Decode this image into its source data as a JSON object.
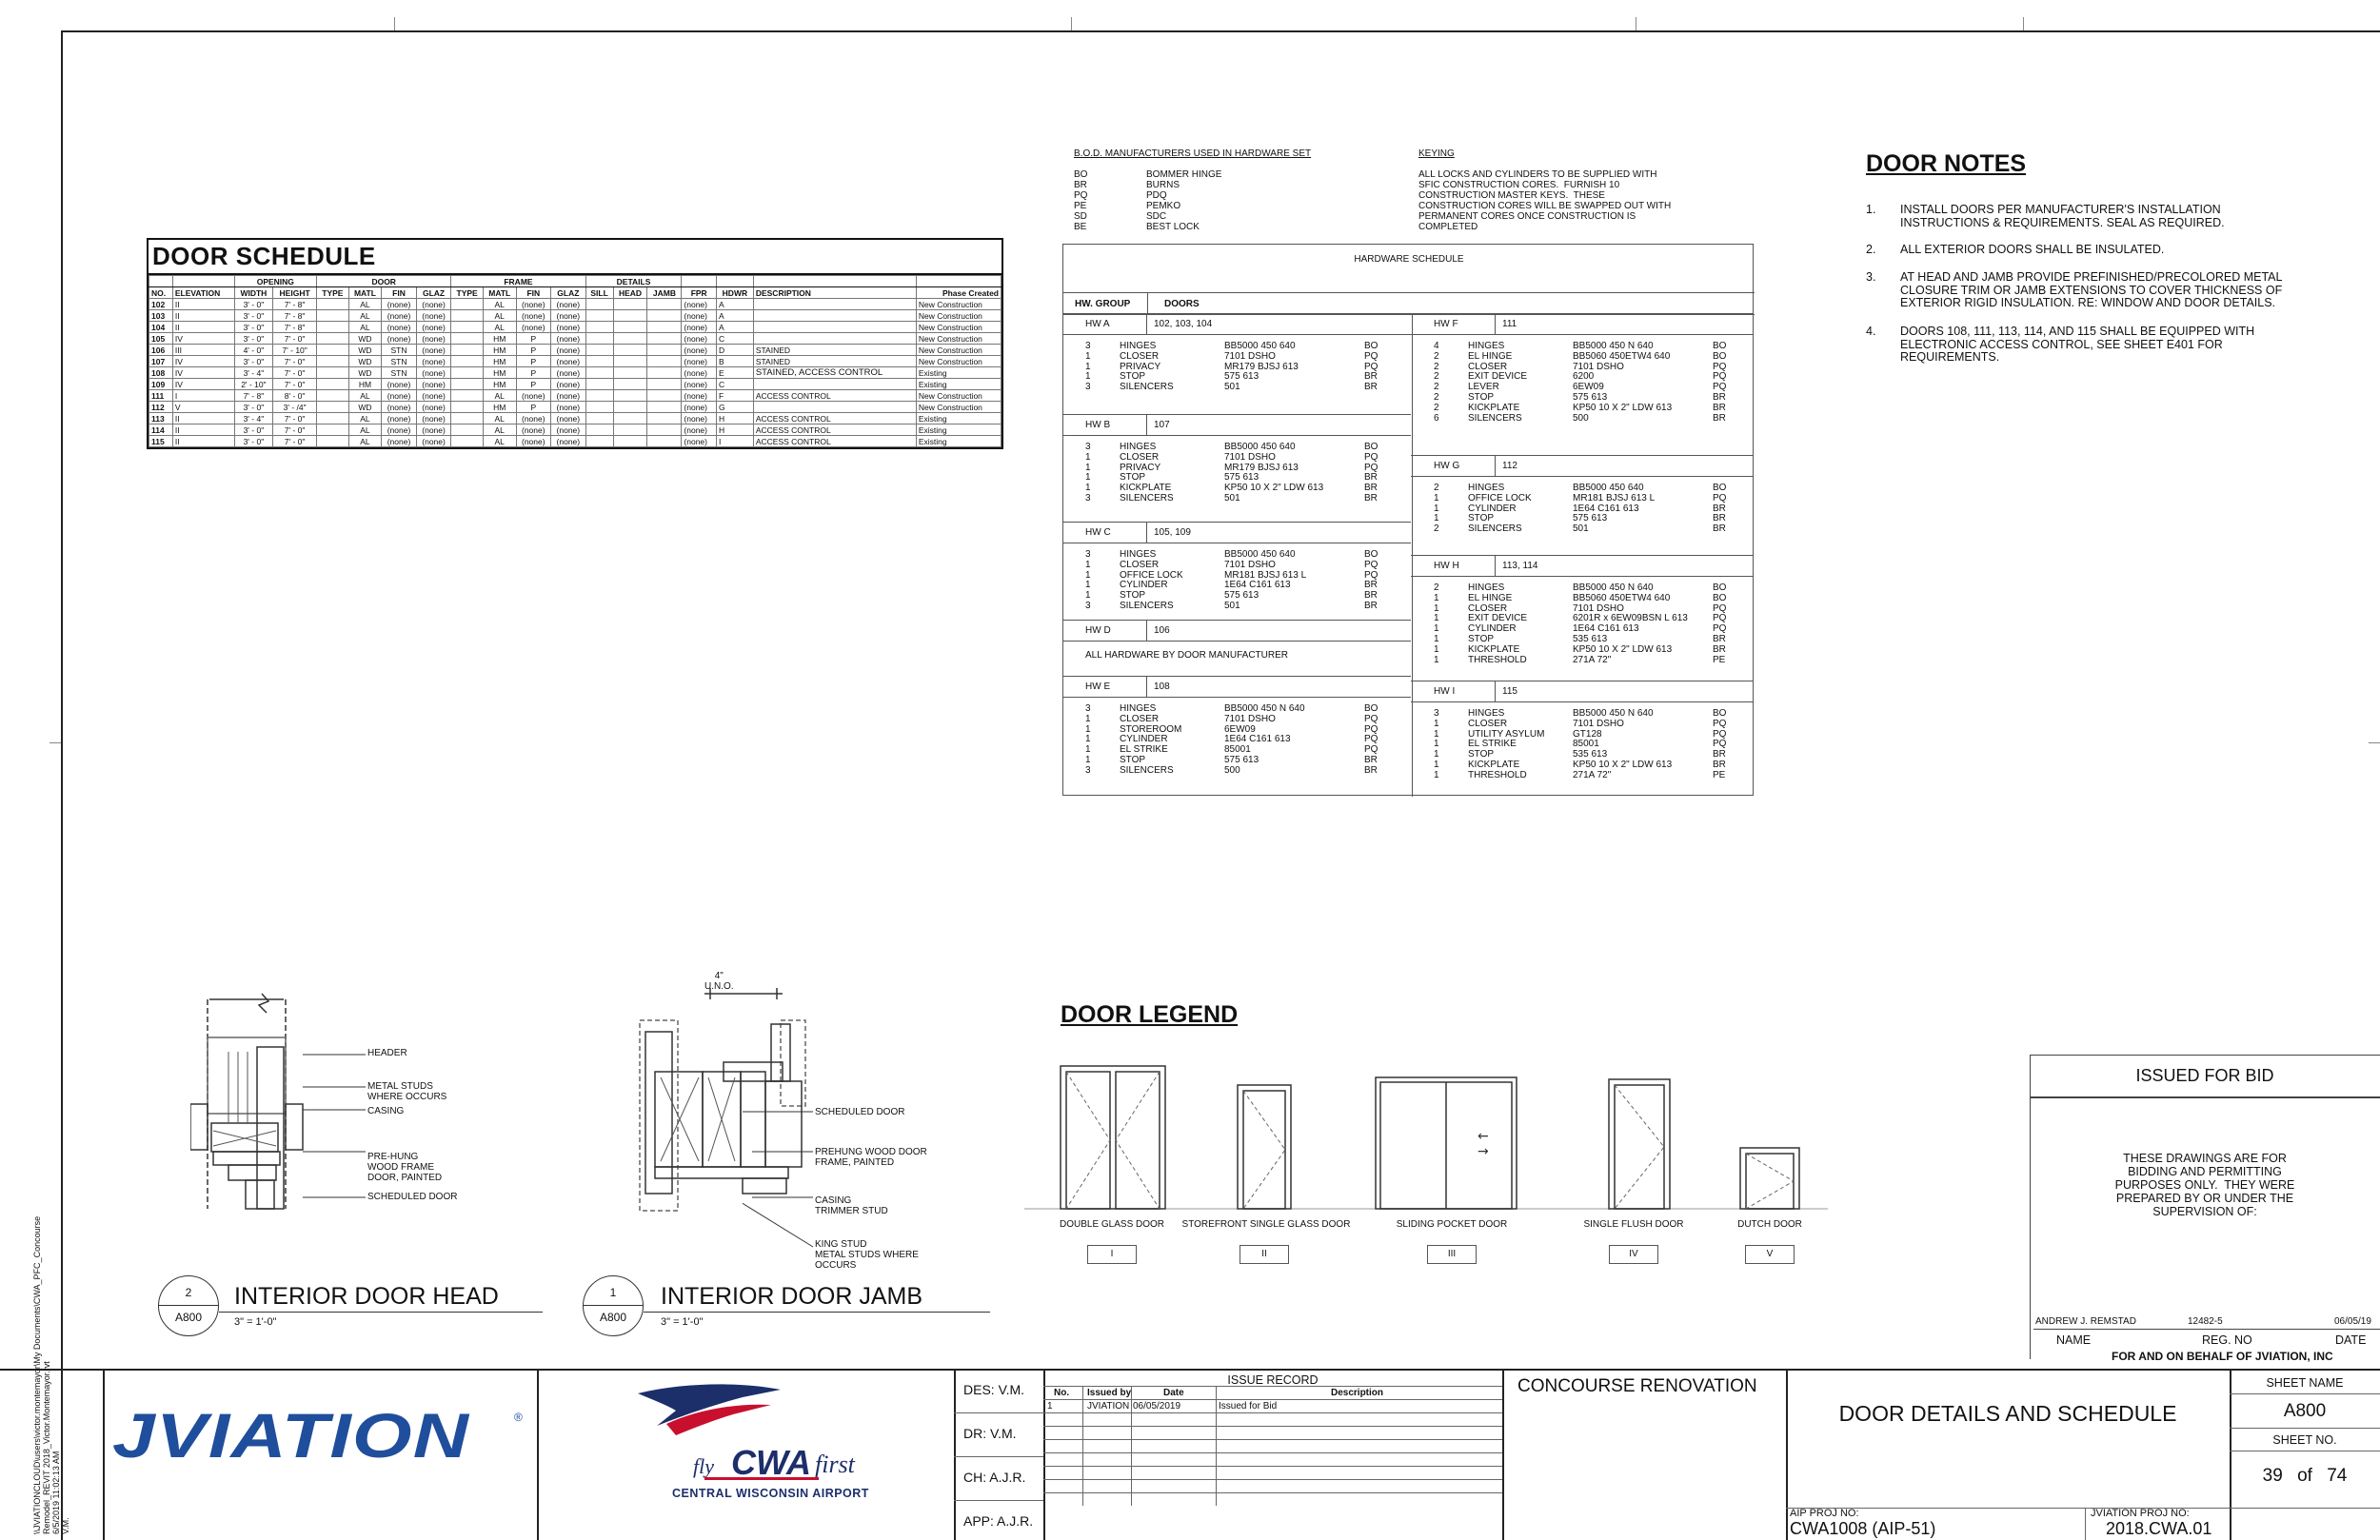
{
  "door_schedule": {
    "title": "DOOR SCHEDULE",
    "group_headers": [
      "OPENING",
      "DOOR",
      "FRAME",
      "DETAILS"
    ],
    "columns": [
      "NO.",
      "ELEVATION",
      "WIDTH",
      "HEIGHT",
      "TYPE",
      "MATL",
      "FIN",
      "GLAZ",
      "TYPE",
      "MATL",
      "FIN",
      "GLAZ",
      "SILL",
      "HEAD",
      "JAMB",
      "FPR",
      "HDWR",
      "DESCRIPTION",
      "Phase Created"
    ],
    "rows": [
      [
        "102",
        "II",
        "3' - 0\"",
        "7' - 8\"",
        "",
        "AL",
        "(none)",
        "(none)",
        "",
        "AL",
        "(none)",
        "(none)",
        "",
        "",
        "",
        "(none)",
        "A",
        "",
        "New Construction"
      ],
      [
        "103",
        "II",
        "3' - 0\"",
        "7' - 8\"",
        "",
        "AL",
        "(none)",
        "(none)",
        "",
        "AL",
        "(none)",
        "(none)",
        "",
        "",
        "",
        "(none)",
        "A",
        "",
        "New Construction"
      ],
      [
        "104",
        "II",
        "3' - 0\"",
        "7' - 8\"",
        "",
        "AL",
        "(none)",
        "(none)",
        "",
        "AL",
        "(none)",
        "(none)",
        "",
        "",
        "",
        "(none)",
        "A",
        "",
        "New Construction"
      ],
      [
        "105",
        "IV",
        "3' - 0\"",
        "7' - 0\"",
        "",
        "WD",
        "(none)",
        "(none)",
        "",
        "HM",
        "P",
        "(none)",
        "",
        "",
        "",
        "(none)",
        "C",
        "",
        "New Construction"
      ],
      [
        "106",
        "III",
        "4' - 0\"",
        "7' - 10\"",
        "",
        "WD",
        "STN",
        "(none)",
        "",
        "HM",
        "P",
        "(none)",
        "",
        "",
        "",
        "(none)",
        "D",
        "STAINED",
        "New Construction"
      ],
      [
        "107",
        "IV",
        "3' - 0\"",
        "7' - 0\"",
        "",
        "WD",
        "STN",
        "(none)",
        "",
        "HM",
        "P",
        "(none)",
        "",
        "",
        "",
        "(none)",
        "B",
        "STAINED",
        "New Construction"
      ],
      [
        "108",
        "IV",
        "3' - 4\"",
        "7' - 0\"",
        "",
        "WD",
        "STN",
        "(none)",
        "",
        "HM",
        "P",
        "(none)",
        "",
        "",
        "",
        "(none)",
        "E",
        "STAINED, ACCESS CONTROL",
        "Existing"
      ],
      [
        "109",
        "IV",
        "2' - 10\"",
        "7' - 0\"",
        "",
        "HM",
        "(none)",
        "(none)",
        "",
        "HM",
        "P",
        "(none)",
        "",
        "",
        "",
        "(none)",
        "C",
        "",
        "Existing"
      ],
      [
        "111",
        "I",
        "7' - 8\"",
        "8' - 0\"",
        "",
        "AL",
        "(none)",
        "(none)",
        "",
        "AL",
        "(none)",
        "(none)",
        "",
        "",
        "",
        "(none)",
        "F",
        "ACCESS CONTROL",
        "New Construction"
      ],
      [
        "112",
        "V",
        "3' - 0\"",
        "3' - /4\"",
        "",
        "WD",
        "(none)",
        "(none)",
        "",
        "HM",
        "P",
        "(none)",
        "",
        "",
        "",
        "(none)",
        "G",
        "",
        "New Construction"
      ],
      [
        "113",
        "II",
        "3' - 4\"",
        "7' - 0\"",
        "",
        "AL",
        "(none)",
        "(none)",
        "",
        "AL",
        "(none)",
        "(none)",
        "",
        "",
        "",
        "(none)",
        "H",
        "ACCESS CONTROL",
        "Existing"
      ],
      [
        "114",
        "II",
        "3' - 0\"",
        "7' - 0\"",
        "",
        "AL",
        "(none)",
        "(none)",
        "",
        "AL",
        "(none)",
        "(none)",
        "",
        "",
        "",
        "(none)",
        "H",
        "ACCESS CONTROL",
        "Existing"
      ],
      [
        "115",
        "II",
        "3' - 0\"",
        "7' - 0\"",
        "",
        "AL",
        "(none)",
        "(none)",
        "",
        "AL",
        "(none)",
        "(none)",
        "",
        "",
        "",
        "(none)",
        "I",
        "ACCESS CONTROL",
        "Existing"
      ]
    ]
  },
  "bod": {
    "title": "B.O.D. MANUFACTURERS USED IN HARDWARE SET",
    "codes": "BO\nBR\nPQ\nPE\nSD\nBE",
    "names": "BOMMER HINGE\nBURNS\nPDQ\nPEMKO\nSDC\nBEST LOCK"
  },
  "keying": {
    "title": "KEYING",
    "text": "ALL LOCKS AND CYLINDERS TO BE SUPPLIED WITH\nSFIC CONSTRUCTION CORES.  FURNISH 10\nCONSTRUCTION MASTER KEYS.  THESE\nCONSTRUCTION CORES WILL BE SWAPPED OUT WITH\nPERMANENT CORES ONCE CONSTRUCTION IS\nCOMPLETED"
  },
  "hardware": {
    "title": "HARDWARE SCHEDULE",
    "col_group": "HW. GROUP",
    "col_doors": "DOORS",
    "hw_a": {
      "label": "HW A",
      "doors": "102, 103, 104",
      "rows": [
        [
          "3",
          "HINGES",
          "BB5000 450 640",
          "BO"
        ],
        [
          "1",
          "CLOSER",
          "7101 DSHO",
          "PQ"
        ],
        [
          "1",
          "PRIVACY",
          "MR179 BJSJ 613",
          "PQ"
        ],
        [
          "1",
          "STOP",
          "575 613",
          "BR"
        ],
        [
          "3",
          "SILENCERS",
          "501",
          "BR"
        ]
      ]
    },
    "hw_b": {
      "label": "HW B",
      "doors": "107",
      "rows": [
        [
          "3",
          "HINGES",
          "BB5000 450 640",
          "BO"
        ],
        [
          "1",
          "CLOSER",
          "7101 DSHO",
          "PQ"
        ],
        [
          "1",
          "PRIVACY",
          "MR179 BJSJ 613",
          "PQ"
        ],
        [
          "1",
          "STOP",
          "575 613",
          "BR"
        ],
        [
          "1",
          "KICKPLATE",
          "KP50 10 X 2\" LDW 613",
          "BR"
        ],
        [
          "3",
          "SILENCERS",
          "501",
          "BR"
        ]
      ]
    },
    "hw_c": {
      "label": "HW C",
      "doors": "105, 109",
      "rows": [
        [
          "3",
          "HINGES",
          "BB5000 450 640",
          "BO"
        ],
        [
          "1",
          "CLOSER",
          "7101 DSHO",
          "PQ"
        ],
        [
          "1",
          "OFFICE LOCK",
          "MR181 BJSJ 613 L",
          "PQ"
        ],
        [
          "1",
          "CYLINDER",
          "1E64 C161 613",
          "BR"
        ],
        [
          "1",
          "STOP",
          "575 613",
          "BR"
        ],
        [
          "3",
          "SILENCERS",
          "501",
          "BR"
        ]
      ]
    },
    "hw_d": {
      "label": "HW D",
      "doors": "106",
      "note": "ALL HARDWARE BY DOOR MANUFACTURER"
    },
    "hw_e": {
      "label": "HW E",
      "doors": "108",
      "rows": [
        [
          "3",
          "HINGES",
          "BB5000 450 N 640",
          "BO"
        ],
        [
          "1",
          "CLOSER",
          "7101 DSHO",
          "PQ"
        ],
        [
          "1",
          "STOREROOM",
          "6EW09",
          "PQ"
        ],
        [
          "1",
          "CYLINDER",
          "1E64 C161 613",
          "PQ"
        ],
        [
          "1",
          "EL STRIKE",
          "85001",
          "PQ"
        ],
        [
          "1",
          "STOP",
          "575 613",
          "BR"
        ],
        [
          "3",
          "SILENCERS",
          "500",
          "BR"
        ]
      ]
    },
    "hw_f": {
      "label": "HW F",
      "doors": "111",
      "rows": [
        [
          "4",
          "HINGES",
          "BB5000 450 N 640",
          "BO"
        ],
        [
          "2",
          "EL HINGE",
          "BB5060 450ETW4 640",
          "BO"
        ],
        [
          "2",
          "CLOSER",
          "7101 DSHO",
          "PQ"
        ],
        [
          "2",
          "EXIT DEVICE",
          "6200",
          "PQ"
        ],
        [
          "2",
          "LEVER",
          "6EW09",
          "PQ"
        ],
        [
          "2",
          "STOP",
          "575 613",
          "BR"
        ],
        [
          "2",
          "KICKPLATE",
          "KP50 10 X 2\" LDW 613",
          "BR"
        ],
        [
          "6",
          "SILENCERS",
          "500",
          "BR"
        ]
      ]
    },
    "hw_g": {
      "label": "HW G",
      "doors": "112",
      "rows": [
        [
          "2",
          "HINGES",
          "BB5000 450 640",
          "BO"
        ],
        [
          "1",
          "OFFICE LOCK",
          "MR181 BJSJ 613 L",
          "PQ"
        ],
        [
          "1",
          "CYLINDER",
          "1E64 C161 613",
          "BR"
        ],
        [
          "1",
          "STOP",
          "575 613",
          "BR"
        ],
        [
          "2",
          "SILENCERS",
          "501",
          "BR"
        ]
      ]
    },
    "hw_h": {
      "label": "HW H",
      "doors": "113, 114",
      "rows": [
        [
          "2",
          "HINGES",
          "BB5000 450 N 640",
          "BO"
        ],
        [
          "1",
          "EL HINGE",
          "BB5060 450ETW4 640",
          "BO"
        ],
        [
          "1",
          "CLOSER",
          "7101 DSHO",
          "PQ"
        ],
        [
          "1",
          "EXIT DEVICE",
          "6201R x 6EW09BSN L 613",
          "PQ"
        ],
        [
          "1",
          "CYLINDER",
          "1E64 C161 613",
          "PQ"
        ],
        [
          "1",
          "STOP",
          "535 613",
          "BR"
        ],
        [
          "1",
          "KICKPLATE",
          "KP50 10 X 2\" LDW 613",
          "BR"
        ],
        [
          "1",
          "THRESHOLD",
          "271A 72\"",
          "PE"
        ]
      ]
    },
    "hw_i": {
      "label": "HW I",
      "doors": "115",
      "rows": [
        [
          "3",
          "HINGES",
          "BB5000 450 N 640",
          "BO"
        ],
        [
          "1",
          "CLOSER",
          "7101 DSHO",
          "PQ"
        ],
        [
          "1",
          "UTILITY ASYLUM",
          "GT128",
          "PQ"
        ],
        [
          "1",
          "EL STRIKE",
          "85001",
          "PQ"
        ],
        [
          "1",
          "STOP",
          "535 613",
          "BR"
        ],
        [
          "1",
          "KICKPLATE",
          "KP50 10 X 2\" LDW 613",
          "BR"
        ],
        [
          "1",
          "THRESHOLD",
          "271A 72\"",
          "PE"
        ]
      ]
    }
  },
  "door_notes": {
    "title": "DOOR NOTES",
    "items": [
      {
        "num": "1.",
        "text": "INSTALL DOORS PER MANUFACTURER'S INSTALLATION INSTRUCTIONS & REQUIREMENTS. SEAL AS REQUIRED."
      },
      {
        "num": "2.",
        "text": "ALL EXTERIOR DOORS SHALL BE INSULATED."
      },
      {
        "num": "3.",
        "text": "AT HEAD AND JAMB PROVIDE PREFINISHED/PRECOLORED METAL CLOSURE TRIM OR JAMB EXTENSIONS TO COVER THICKNESS OF EXTERIOR RIGID INSULATION. RE: WINDOW AND DOOR DETAILS."
      },
      {
        "num": "4.",
        "text": "DOORS 108, 111, 113, 114, AND 115 SHALL BE EQUIPPED WITH ELECTRONIC ACCESS CONTROL, SEE SHEET E401 FOR REQUIREMENTS."
      }
    ]
  },
  "legend": {
    "title": "DOOR LEGEND",
    "items": [
      {
        "label": "DOUBLE GLASS DOOR",
        "tag": "I"
      },
      {
        "label": "STOREFRONT SINGLE GLASS DOOR",
        "tag": "II"
      },
      {
        "label": "SLIDING POCKET DOOR",
        "tag": "III"
      },
      {
        "label": "SINGLE FLUSH DOOR",
        "tag": "IV"
      },
      {
        "label": "DUTCH DOOR",
        "tag": "V"
      }
    ]
  },
  "detail_head": {
    "title": "INTERIOR DOOR HEAD",
    "scale": "3\" = 1'-0\"",
    "num": "2",
    "sheet": "A800",
    "callouts": [
      "HEADER",
      "METAL STUDS\nWHERE OCCURS",
      "CASING",
      "PRE-HUNG\nWOOD FRAME\nDOOR, PAINTED",
      "SCHEDULED DOOR"
    ]
  },
  "detail_jamb": {
    "title": "INTERIOR DOOR JAMB",
    "scale": "3\" = 1'-0\"",
    "num": "1",
    "sheet": "A800",
    "dim": "4\"\nU.N.O.",
    "callouts": [
      "SCHEDULED DOOR",
      "PREHUNG WOOD DOOR\nFRAME, PAINTED",
      "CASING\nTRIMMER STUD",
      "KING STUD\nMETAL STUDS WHERE\nOCCURS"
    ]
  },
  "issued": {
    "title": "ISSUED FOR BID",
    "text": "THESE DRAWINGS ARE FOR\nBIDDING AND PERMITTING\nPURPOSES ONLY.  THEY WERE\nPREPARED BY OR UNDER THE\nSUPERVISION OF:",
    "name_value": "ANDREW J. REMSTAD",
    "reg_value": "12482-5",
    "date_value": "06/05/19",
    "name_label": "NAME",
    "reg_label": "REG. NO",
    "date_label": "DATE",
    "behalf": "FOR AND ON BEHALF OF JVIATION, INC"
  },
  "title_block": {
    "left_text": "\\\\JVIATIONCLOUD\\users\\victor.montemayor\\My Documents\\CWA_PFC_Concourse\nRemodel_REVIT 2018_Victor.Montemayor.rvt\n6/5/2019 11:02:13 AM\nV.M.",
    "logo": "JVIATION",
    "fly": "fly",
    "cwa": "CWA",
    "first": "first",
    "airport": "CENTRAL WISCONSIN AIRPORT",
    "des": "DES: V.M.",
    "dr": "DR:  V.M.",
    "ch": "CH:  A.J.R.",
    "app": "APP: A.J.R.",
    "issue_record": "ISSUE RECORD",
    "ir_cols": [
      "No.",
      "Issued by",
      "Date",
      "Description"
    ],
    "ir_row": [
      "1",
      "JVIATION",
      "06/05/2019",
      "Issued for Bid"
    ],
    "project": "CONCOURSE RENOVATION",
    "sheet_title": "DOOR DETAILS AND SCHEDULE",
    "aip_label": "AIP PROJ NO:",
    "aip_value": "CWA1008 (AIP-51)",
    "jv_label": "JVIATION PROJ NO:",
    "jv_value": "2018.CWA.01",
    "sheet_name_label": "SHEET NAME",
    "sheet_name": "A800",
    "sheet_no_label": "SHEET NO.",
    "sheet_no": "39",
    "of": "of",
    "sheet_total": "74"
  },
  "colors": {
    "jviation_blue": "#1f4e9c",
    "cwa_red": "#c8102e",
    "cwa_navy": "#1c2f6b"
  }
}
